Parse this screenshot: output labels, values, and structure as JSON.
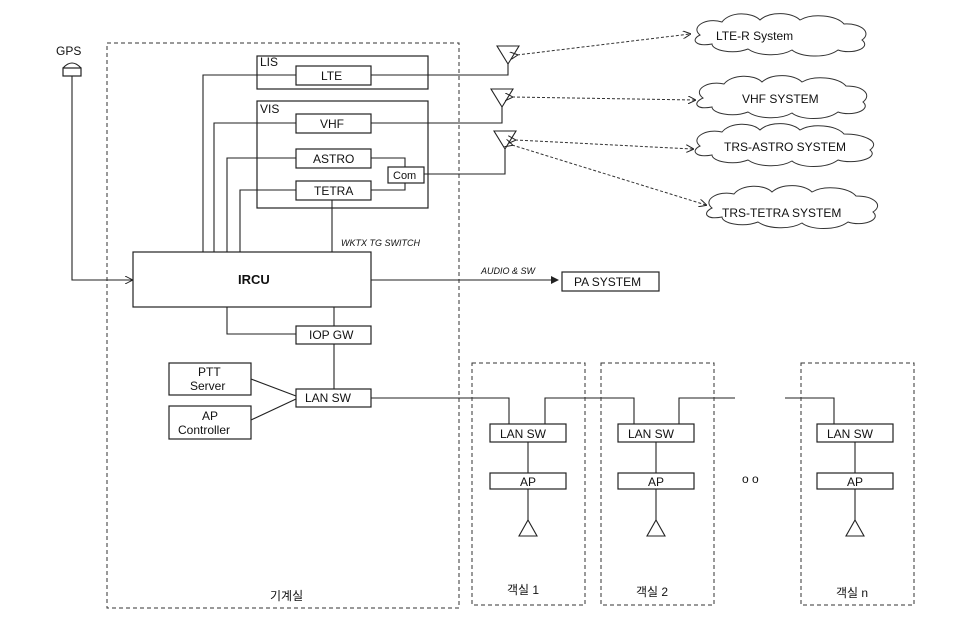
{
  "gps": {
    "label": "GPS"
  },
  "lis": {
    "label": "LIS",
    "lte": "LTE"
  },
  "vis": {
    "label": "VIS",
    "vhf": "VHF",
    "astro": "ASTRO",
    "tetra": "TETRA",
    "com": "Com"
  },
  "ircu": {
    "label": "IRCU"
  },
  "wktx_label": "WKTX TG SWITCH",
  "audio_label": "AUDIO & SW",
  "pa_system": "PA SYSTEM",
  "iop_gw": "IOP GW",
  "lan_sw": "LAN SW",
  "ptt_server": {
    "line1": "PTT",
    "line2": "Server"
  },
  "ap_controller": {
    "line1": "AP",
    "line2": "Controller"
  },
  "clouds": {
    "lte_r": "LTE-R System",
    "vhf": "VHF SYSTEM",
    "trs_astro": "TRS-ASTRO SYSTEM",
    "trs_tetra": "TRS-TETRA SYSTEM"
  },
  "rooms": {
    "machine_room": "기계실",
    "cabin1": "객실 1",
    "cabin2": "객실 2",
    "cabinN": "객실 n",
    "ellipsis": "o  o"
  },
  "cabin": {
    "lan_sw": "LAN SW",
    "ap": "AP"
  }
}
